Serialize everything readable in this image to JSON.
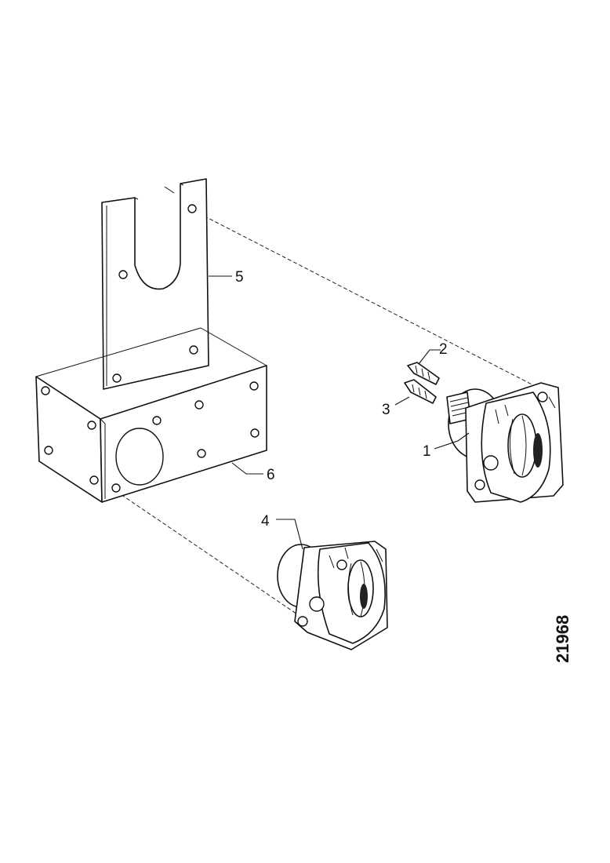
{
  "drawing_number": "21968",
  "callouts": [
    {
      "id": "1",
      "label": "1"
    },
    {
      "id": "2",
      "label": "2"
    },
    {
      "id": "3",
      "label": "3"
    },
    {
      "id": "4",
      "label": "4"
    },
    {
      "id": "5",
      "label": "5"
    },
    {
      "id": "6",
      "label": "6"
    }
  ]
}
